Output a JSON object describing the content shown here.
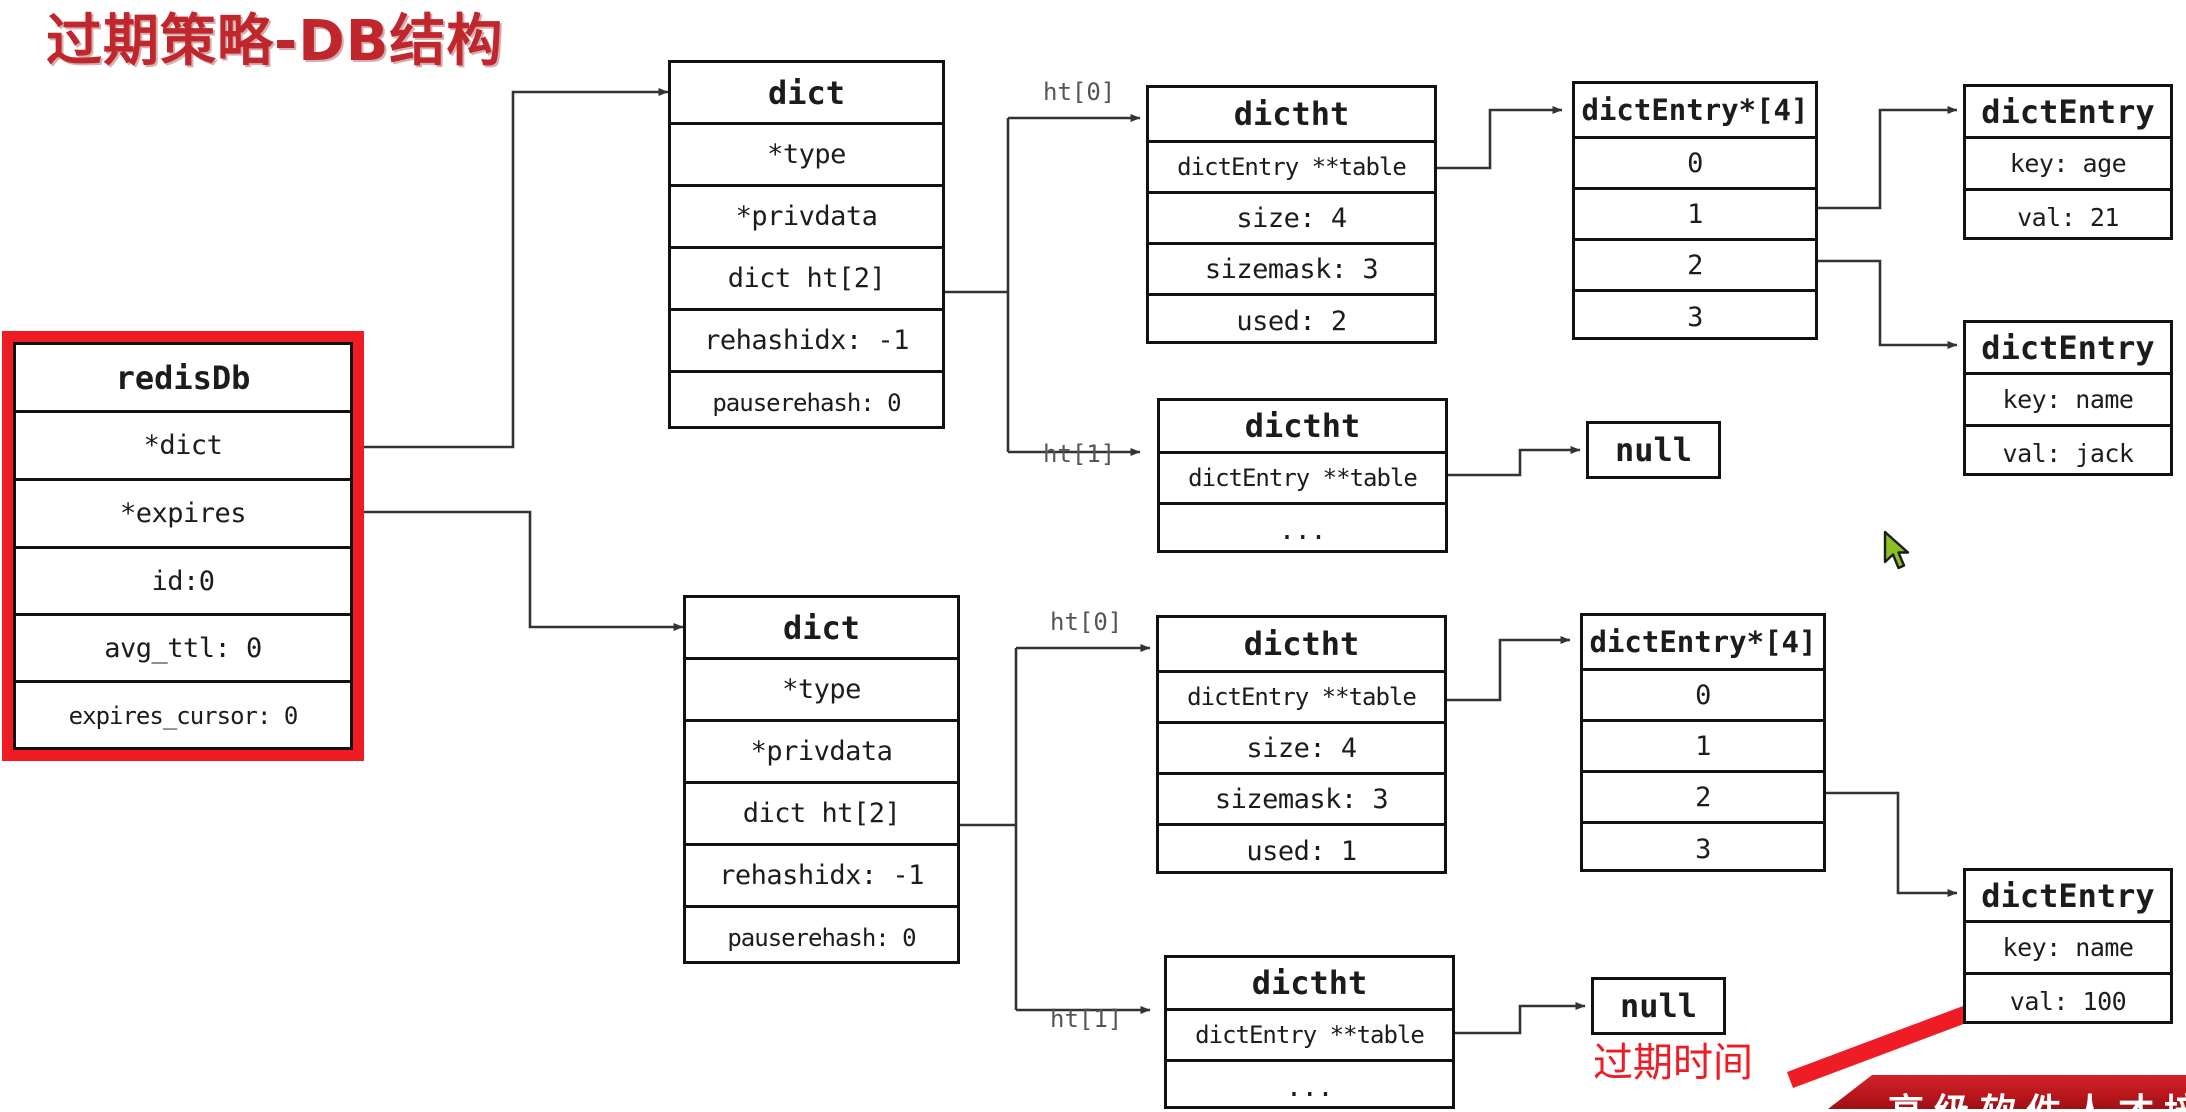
{
  "page": {
    "title": "过期策略-DB结构",
    "title_color": "#c0272d",
    "background": "#ffffff",
    "highlight_color": "#ef1c24",
    "annotation_color": "#ee1c25",
    "cursor_color": "#8cbf26"
  },
  "redis_db": {
    "header": "redisDb",
    "rows": [
      "*dict",
      "*expires",
      "id:0",
      "avg_ttl: 0",
      "expires_cursor: 0"
    ]
  },
  "dict_top": {
    "header": "dict",
    "rows": [
      "*type",
      "*privdata",
      "dict ht[2]",
      "rehashidx: -1",
      "pauserehash: 0"
    ]
  },
  "dict_bottom": {
    "header": "dict",
    "rows": [
      "*type",
      "*privdata",
      "dict ht[2]",
      "rehashidx: -1",
      "pauserehash: 0"
    ]
  },
  "labels": {
    "ht0_top": "ht[0]",
    "ht1_top": "ht[1]",
    "ht0_bottom": "ht[0]",
    "ht1_bottom": "ht[1]"
  },
  "dictht_top_ht0": {
    "header": "dictht",
    "rows": [
      "dictEntry **table",
      "size: 4",
      "sizemask: 3",
      "used: 2"
    ]
  },
  "dictht_top_ht1": {
    "header": "dictht",
    "rows": [
      "dictEntry **table",
      "..."
    ]
  },
  "dictht_bottom_ht0": {
    "header": "dictht",
    "rows": [
      "dictEntry **table",
      "size: 4",
      "sizemask: 3",
      "used: 1"
    ]
  },
  "dictht_bottom_ht1": {
    "header": "dictht",
    "rows": [
      "dictEntry **table",
      "..."
    ]
  },
  "table_top": {
    "header": "dictEntry*[4]",
    "rows": [
      "0",
      "1",
      "2",
      "3"
    ]
  },
  "table_bottom": {
    "header": "dictEntry*[4]",
    "rows": [
      "0",
      "1",
      "2",
      "3"
    ]
  },
  "entry_age": {
    "header": "dictEntry",
    "rows": [
      "key: age",
      "val: 21"
    ]
  },
  "entry_name": {
    "header": "dictEntry",
    "rows": [
      "key: name",
      "val: jack"
    ]
  },
  "entry_expire": {
    "header": "dictEntry",
    "rows": [
      "key: name",
      "val: 100"
    ]
  },
  "null_top": {
    "label": "null"
  },
  "null_bottom": {
    "label": "null"
  },
  "annotation": {
    "text": "过期时间"
  },
  "banner": {
    "text": "高级软件人才培训"
  }
}
